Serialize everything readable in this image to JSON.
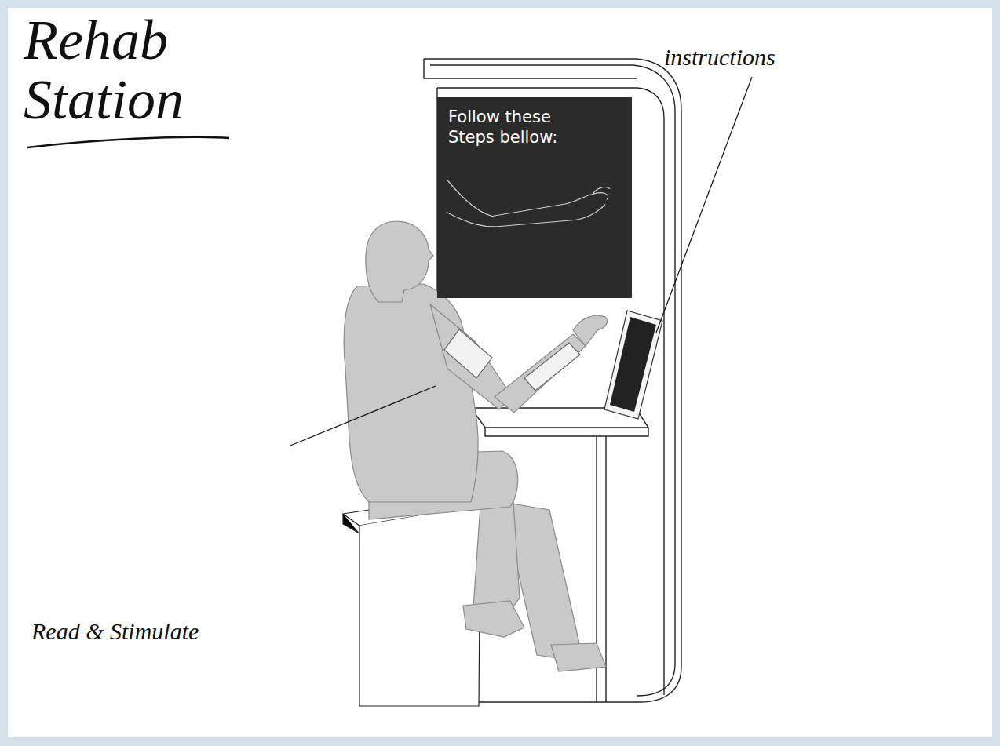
{
  "diagram": {
    "title": "Rehab Station",
    "nodes": [
      {
        "text": [
          "Follow these Steps bellow:"
        ]
      }
    ],
    "labels": [
      "instructions",
      "Read & Stimulate"
    ]
  }
}
